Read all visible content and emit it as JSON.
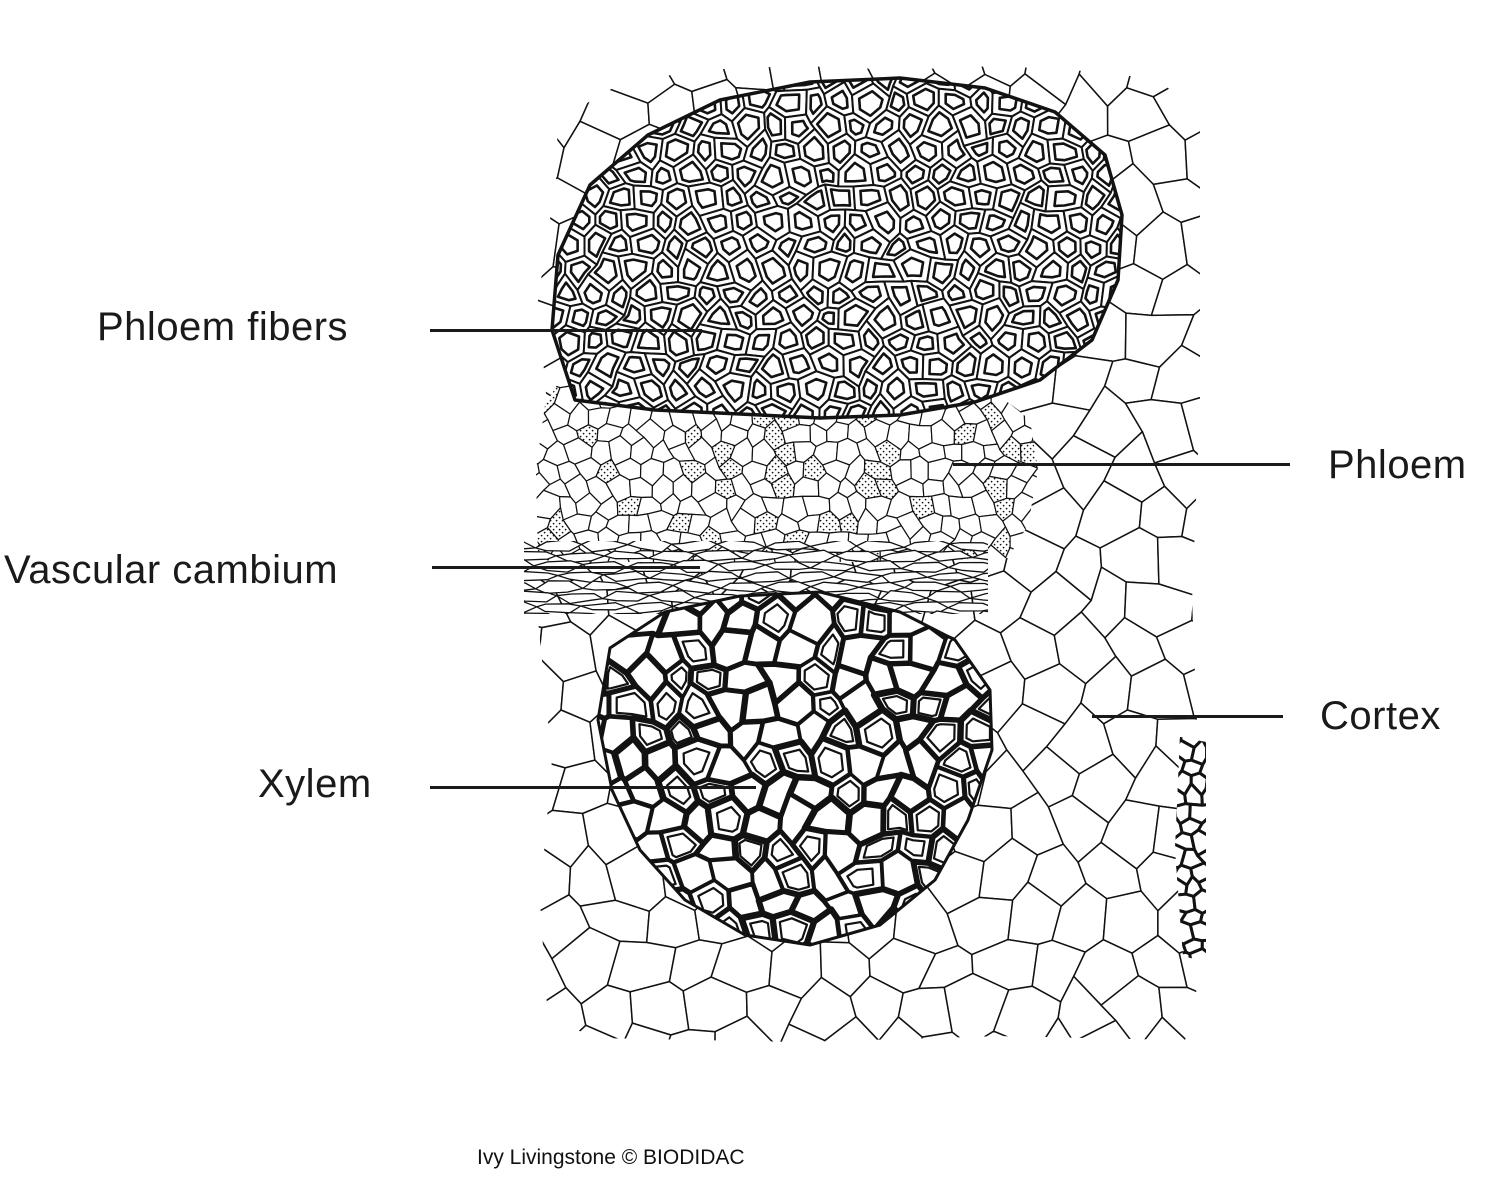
{
  "figure": {
    "labels": {
      "phloem_fibers": "Phloem fibers",
      "phloem": "Phloem",
      "vascular_cambium": "Vascular cambium",
      "xylem": "Xylem",
      "cortex": "Cortex"
    },
    "attribution": "Ivy Livingstone © BIODIDAC",
    "ink_color": "#121212",
    "background_color": "#ffffff"
  }
}
